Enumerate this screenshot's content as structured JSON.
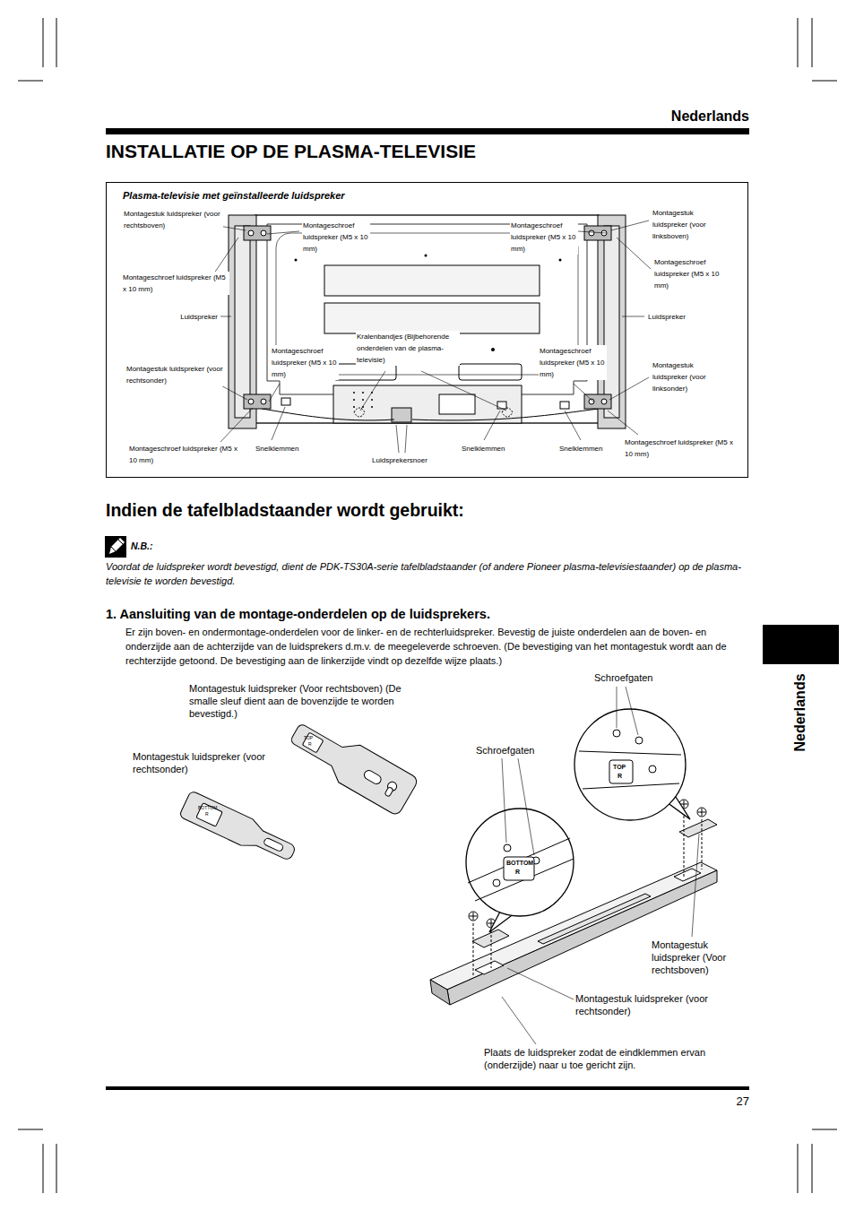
{
  "diagram": {
    "title": "INSTALLATIE OP DE PLASMA-TELEVISIE",
    "nodes": [
      {
        "text": [
          "Plasma-televisie met geïnstalleerde luidspreker"
        ]
      }
    ],
    "labels": [
      "Nederlands",
      "Montagestuk luidspreker (voor rechtsboven)",
      "Montageschroef luidspreker (M5 x 10 mm)",
      "Montageschroef luidspreker (M5 x 10 mm)",
      "Montagestuk luidspreker (voor linksboven)",
      "Montageschroef luidspreker (M5 x 10 mm)",
      "Montageschroef luidspreker (M5 x 10 mm)",
      "Luidspreker",
      "Luidspreker",
      "Kralenbandjes (Bijbehorende onderdelen van de plasma-televisie)",
      "Montageschroef luidspreker (M5 x 10 mm)",
      "Montageschroef luidspreker (M5 x 10 mm)",
      "Montagestuk luidspreker (voor rechtsonder)",
      "Montagestuk luidspreker (voor linksonder)",
      "Montageschroef luidspreker (M5 x 10 mm)",
      "Snelklemmen",
      "Luidsprekersnoer",
      "Snelklemmen",
      "Snelklemmen",
      "Montageschroef luidspreker (M5 x 10 mm)",
      "Indien de tafelbladstaander wordt gebruikt:",
      "N.B.:",
      "Voordat de luidspreker wordt bevestigd, dient de PDK-TS30A-serie tafelbladstaander (of andere Pioneer plasma-televisiestaander) op de plasma-televisie te worden bevestigd.",
      "1. Aansluiting van de montage-onderdelen op de luidsprekers.",
      "Er zijn boven- en ondermontage-onderdelen voor de linker- en de rechterluidspreker. Bevestig de juiste onderdelen aan de boven- en onderzijde aan de achterzijde van de luidsprekers d.m.v. de meegeleverde schroeven. (De bevestiging van het montagestuk wordt aan de rechterzijde getoond. De bevestiging aan de linkerzijde vindt op dezelfde wijze plaats.)",
      "Montagestuk luidspreker (Voor rechtsboven) (De smalle sleuf dient aan de bovenzijde te worden bevestigd.)",
      "Montagestuk luidspreker (voor rechtsonder)",
      "Schroefgaten",
      "Schroefgaten",
      "Montagestuk luidspreker (Voor rechtsboven)",
      "Montagestuk luidspreker (voor rechtsonder)",
      "Plaats de luidspreker zodat de eindklemmen ervan (onderzijde) naar u toe gericht zijn.",
      "Nederlands",
      "27",
      "TOP",
      "R",
      "BOTTOM",
      "R",
      "TOP",
      "R",
      "BOTTOM",
      "R"
    ]
  }
}
